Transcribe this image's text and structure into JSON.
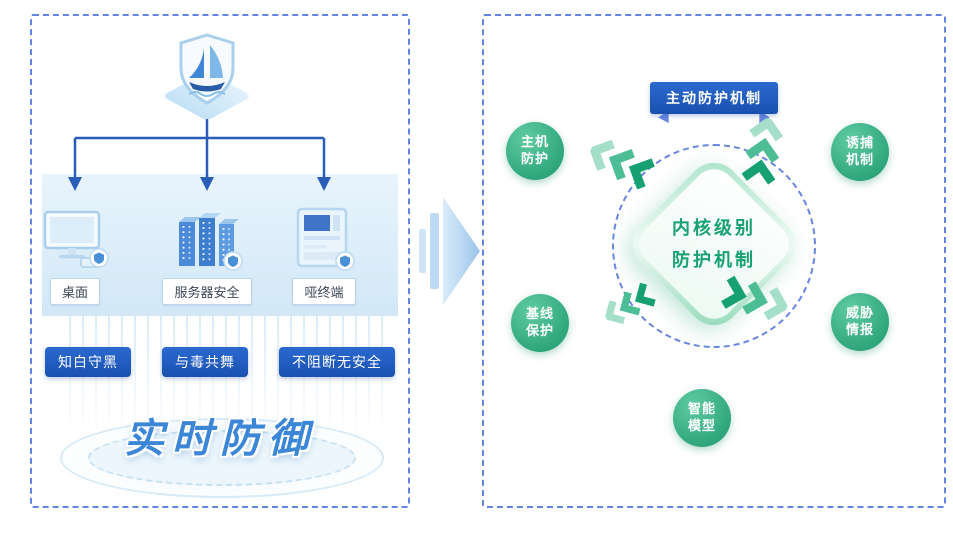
{
  "diagram": {
    "left": {
      "top_icon": "shield-sailboat-icon",
      "devices": [
        {
          "label": "桌面",
          "icon": "desktop-icon"
        },
        {
          "label": "服务器安全",
          "icon": "server-icon"
        },
        {
          "label": "哑终端",
          "icon": "terminal-icon"
        }
      ],
      "principles": [
        {
          "label": "知白守黑"
        },
        {
          "label": "与毒共舞"
        },
        {
          "label": "不阻断无安全"
        }
      ],
      "banner": "实时防御"
    },
    "right": {
      "badge": "主动防护机制",
      "core": {
        "line1": "内核级别",
        "line2": "防护机制"
      },
      "nodes": [
        {
          "line1": "主机",
          "line2": "防护"
        },
        {
          "line1": "诱捕",
          "line2": "机制"
        },
        {
          "line1": "基线",
          "line2": "保护"
        },
        {
          "line1": "威胁",
          "line2": "情报"
        },
        {
          "line1": "智能",
          "line2": "模型"
        }
      ]
    },
    "colors": {
      "panel_border": "#6384e0",
      "deep_blue": "#1d5cb8",
      "accent_green": "#2da47a",
      "band_blue": "#ddeef9",
      "banner_blue": "#3c86d8"
    }
  }
}
